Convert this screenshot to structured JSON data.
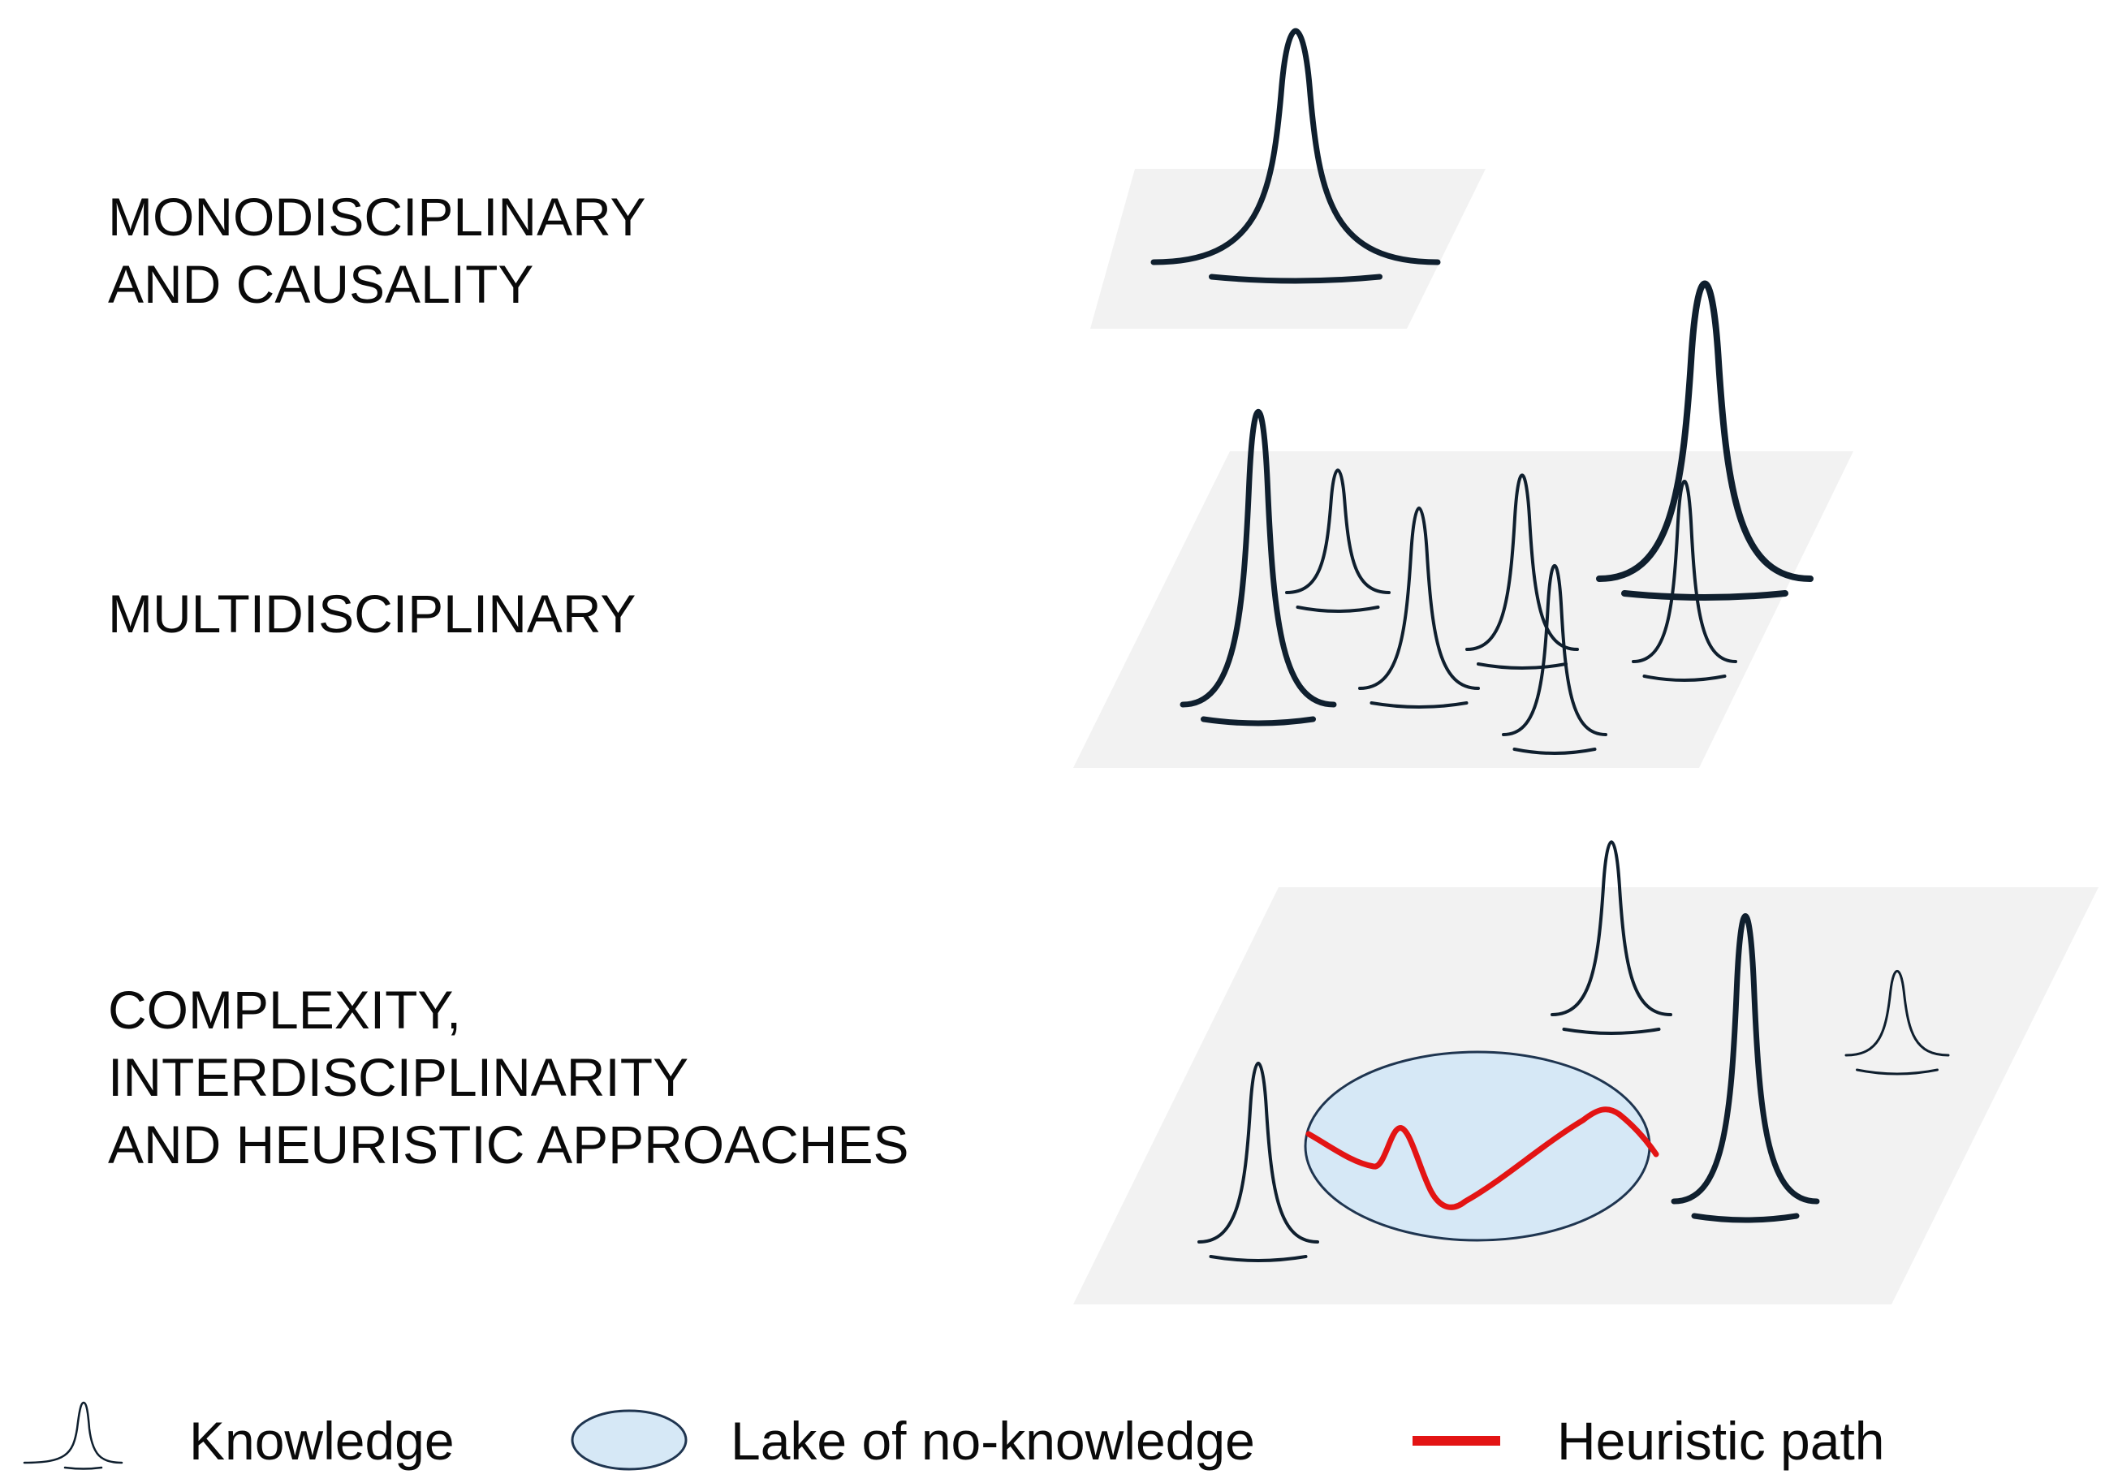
{
  "levels": [
    {
      "id": "mono",
      "label_lines": [
        "MONODISCIPLINARY",
        "AND CAUSALITY"
      ]
    },
    {
      "id": "multi",
      "label_lines": [
        "MULTIDISCIPLINARY"
      ]
    },
    {
      "id": "complex",
      "label_lines": [
        "COMPLEXITY,",
        "INTERDISCIPLINARITY",
        "AND HEURISTIC APPROACHES"
      ]
    }
  ],
  "legend": {
    "knowledge": "Knowledge",
    "lake": "Lake of no-knowledge",
    "path": "Heuristic path"
  },
  "colors": {
    "peak": "#0f1f2e",
    "plane": "#f2f2f2",
    "lake_fill": "#d6e8f6",
    "lake_stroke": "#1f3550",
    "path": "#e31414"
  }
}
